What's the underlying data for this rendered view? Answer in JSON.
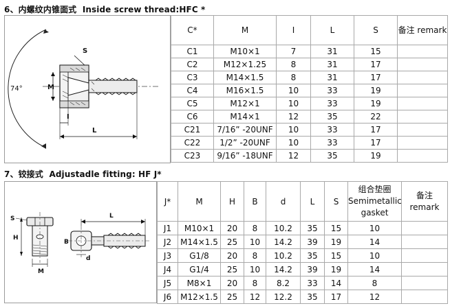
{
  "section1": {
    "number": "6、",
    "title_cn": "内螺纹内锥面式",
    "title_en": "Inside screw thread:HFC *",
    "drawing": {
      "angle_label": "74°",
      "label_s": "S",
      "label_m": "M",
      "label_i": "I",
      "label_l": "L"
    },
    "headers": [
      "C*",
      "M",
      "I",
      "L",
      "S",
      "备注 remark"
    ],
    "rows": [
      [
        "C1",
        "M10×1",
        "7",
        "31",
        "15"
      ],
      [
        "C2",
        "M12×1.25",
        "8",
        "31",
        "17"
      ],
      [
        "C3",
        "M14×1.5",
        "8",
        "31",
        "17"
      ],
      [
        "C4",
        "M16×1.5",
        "10",
        "33",
        "19"
      ],
      [
        "C5",
        "M12×1",
        "10",
        "33",
        "19"
      ],
      [
        "C6",
        "M14×1",
        "12",
        "35",
        "22"
      ],
      [
        "C21",
        "7/16” -20UNF",
        "10",
        "33",
        "17"
      ],
      [
        "C22",
        "1/2” -20UNF",
        "10",
        "33",
        "17"
      ],
      [
        "C23",
        "9/16” -18UNF",
        "12",
        "35",
        "19"
      ]
    ]
  },
  "section2": {
    "number": "7、",
    "title_cn": "铰接式",
    "title_en": "Adjustadle fitting: HF J*",
    "drawing": {
      "label_s": "S",
      "label_h": "H",
      "label_m": "M",
      "label_b": "B",
      "label_d": "d",
      "label_l": "L"
    },
    "headers": [
      "J*",
      "M",
      "H",
      "B",
      "d",
      "L",
      "S",
      "组合垫圈 Semimetallic gasket",
      "备注 remark"
    ],
    "rows": [
      [
        "J1",
        "M10×1",
        "20",
        "8",
        "10.2",
        "35",
        "15",
        "10"
      ],
      [
        "J2",
        "M14×1.5",
        "25",
        "10",
        "14.2",
        "39",
        "19",
        "14"
      ],
      [
        "J3",
        "G1/8",
        "20",
        "8",
        "10.2",
        "35",
        "15",
        "10"
      ],
      [
        "J4",
        "G1/4",
        "25",
        "10",
        "14.2",
        "39",
        "19",
        "14"
      ],
      [
        "J5",
        "M8×1",
        "20",
        "8",
        "8.2",
        "33",
        "14",
        "8"
      ],
      [
        "J6",
        "M12×1.5",
        "25",
        "12",
        "12.2",
        "35",
        "17",
        "12"
      ]
    ]
  }
}
